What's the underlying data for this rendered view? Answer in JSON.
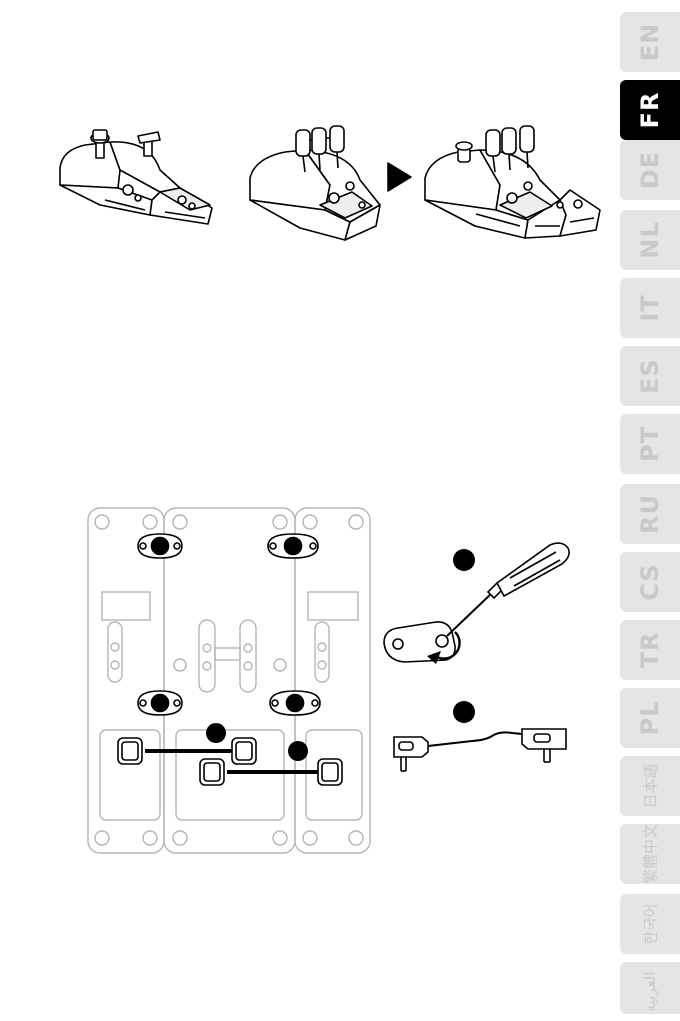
{
  "language_tabs": [
    {
      "code": "EN",
      "active": false
    },
    {
      "code": "FR",
      "active": true
    },
    {
      "code": "DE",
      "active": false
    },
    {
      "code": "NL",
      "active": false
    },
    {
      "code": "IT",
      "active": false
    },
    {
      "code": "ES",
      "active": false
    },
    {
      "code": "PT",
      "active": false
    },
    {
      "code": "RU",
      "active": false
    },
    {
      "code": "CS",
      "active": false
    },
    {
      "code": "TR",
      "active": false
    },
    {
      "code": "PL",
      "active": false
    },
    {
      "code": "日本語",
      "active": false
    },
    {
      "code": "繁體中文",
      "active": false
    },
    {
      "code": "한국어",
      "active": false
    },
    {
      "code": "العربية",
      "active": false
    }
  ],
  "colors": {
    "tab_inactive_bg": "#e5e5e5",
    "tab_inactive_text": "#c9c9c9",
    "tab_active_bg": "#000000",
    "tab_active_text": "#ffffff",
    "diagram_line": "#000000",
    "plate_outline": "#b5b5b5"
  },
  "icons": {
    "step_arrow": "triangle-right-icon",
    "screwdriver": "screwdriver-icon",
    "rotation": "clockwise-arrow-icon",
    "cable": "cable-icon"
  }
}
